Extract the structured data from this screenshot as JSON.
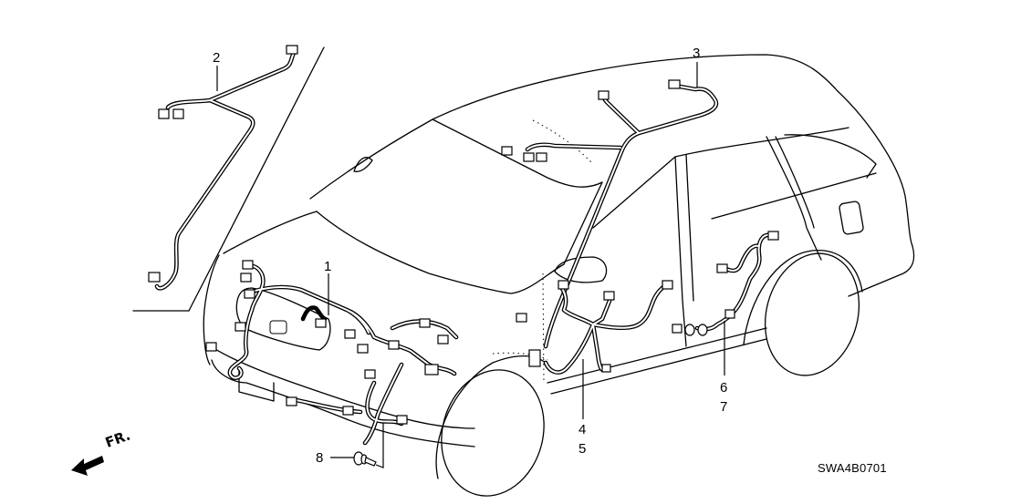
{
  "diagram": {
    "title": "Wire harness parts diagram",
    "reference_code": "SWA4B0701",
    "direction_indicator": {
      "label": "FR.",
      "icon": "front-arrow-icon"
    },
    "callouts": [
      {
        "id": "1",
        "label": "1",
        "part": "engine-room-harness"
      },
      {
        "id": "2",
        "label": "2",
        "part": "inset-harness"
      },
      {
        "id": "3",
        "label": "3",
        "part": "roof-harness"
      },
      {
        "id": "4",
        "label": "4",
        "part": "floor-harness-a"
      },
      {
        "id": "5",
        "label": "5",
        "part": "floor-harness-b"
      },
      {
        "id": "6",
        "label": "6",
        "part": "rear-door-harness-a"
      },
      {
        "id": "7",
        "label": "7",
        "part": "rear-door-harness-b"
      },
      {
        "id": "8",
        "label": "8",
        "part": "ground-bolt"
      }
    ]
  }
}
